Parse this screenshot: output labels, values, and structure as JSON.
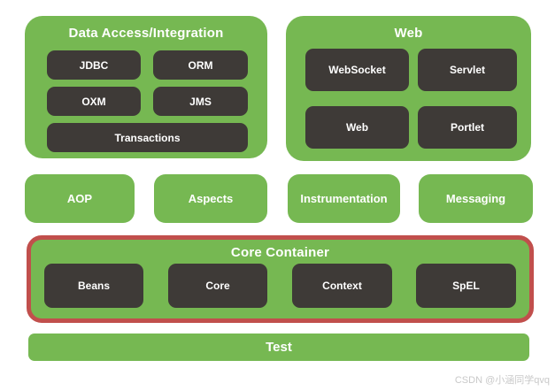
{
  "colors": {
    "green": "#76B852",
    "dark": "#3E3A37",
    "red_border": "#C14F4C",
    "text_white": "#FFFFFF",
    "watermark_gray": "#C9C9C9"
  },
  "diagram": {
    "data_access": {
      "title": "Data Access/Integration",
      "items": [
        "JDBC",
        "ORM",
        "OXM",
        "JMS",
        "Transactions"
      ]
    },
    "web": {
      "title": "Web",
      "items": [
        "WebSocket",
        "Servlet",
        "Web",
        "Portlet"
      ]
    },
    "middle_row": {
      "items": [
        "AOP",
        "Aspects",
        "Instrumentation",
        "Messaging"
      ]
    },
    "core_container": {
      "title": "Core Container",
      "items": [
        "Beans",
        "Core",
        "Context",
        "SpEL"
      ]
    },
    "test": {
      "title": "Test"
    }
  },
  "watermark": "CSDN @小涵同学qvq"
}
